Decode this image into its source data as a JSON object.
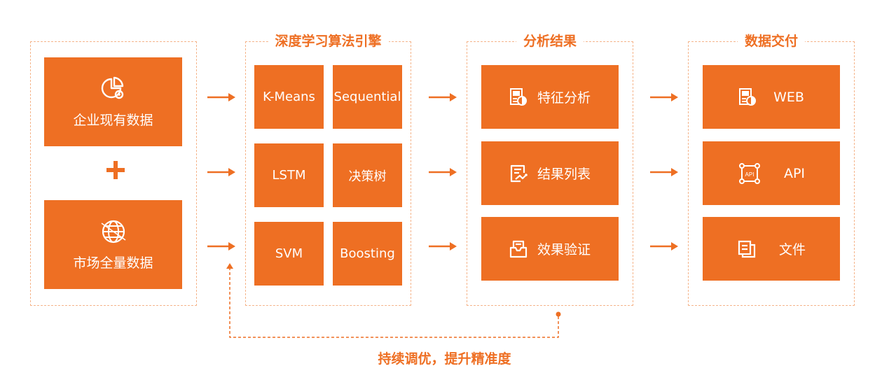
{
  "sources": {
    "company_data": "企业现有数据",
    "market_data": "市场全量数据"
  },
  "engine": {
    "title": "深度学习算法引擎",
    "algorithms": [
      "K-Means",
      "Sequential",
      "LSTM",
      "决策树",
      "SVM",
      "Boosting"
    ]
  },
  "results": {
    "title": "分析结果",
    "items": [
      "特征分析",
      "结果列表",
      "效果验证"
    ]
  },
  "delivery": {
    "title": "数据交付",
    "items": [
      "WEB",
      "API",
      "文件"
    ],
    "api_icon_text": "API"
  },
  "feedback_label": "持续调优，提升精准度",
  "colors": {
    "accent": "#ee6f23",
    "dashed_border": "#f5b48a"
  }
}
